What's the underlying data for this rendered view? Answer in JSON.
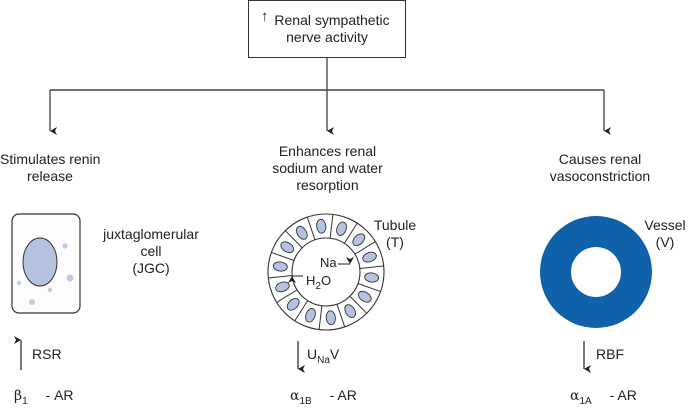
{
  "top_box": {
    "arrow": "↑",
    "line1": "Renal sympathetic",
    "line2": "nerve activity"
  },
  "branches": [
    {
      "heading_line1": "Stimulates renin",
      "heading_line2": "release",
      "structure_label_line1": "juxtaglomerular",
      "structure_label_line2": "cell",
      "structure_label_line3": "(JGC)",
      "effect_arrow": "↑",
      "effect_text": "RSR",
      "receptor_symbol": "β",
      "receptor_sub": "1",
      "receptor_suffix": "- AR"
    },
    {
      "heading_line1": "Enhances renal",
      "heading_line2": "sodium and water",
      "heading_line3": "resorption",
      "structure_label_line1": "Tubule",
      "structure_label_line2": "(T)",
      "inner_label_na": "Na",
      "inner_label_h2o_main": "H",
      "inner_label_h2o_sub": "2",
      "inner_label_h2o_end": "O",
      "effect_arrow": "↓",
      "effect_text_main": "U",
      "effect_text_sub": "Na",
      "effect_text_end": "V",
      "receptor_symbol": "α",
      "receptor_sub": "1B",
      "receptor_suffix": "- AR"
    },
    {
      "heading_line1": "Causes renal",
      "heading_line2": "vasoconstriction",
      "structure_label_line1": "Vessel",
      "structure_label_line2": "(V)",
      "effect_arrow": "↓",
      "effect_text": "RBF",
      "receptor_symbol": "α",
      "receptor_sub": "1A",
      "receptor_suffix": "- AR"
    }
  ],
  "colors": {
    "vessel": "#0f62a9",
    "nucleus": "#b6c3e0",
    "granule": "#c3cbe4",
    "line": "#333333"
  }
}
